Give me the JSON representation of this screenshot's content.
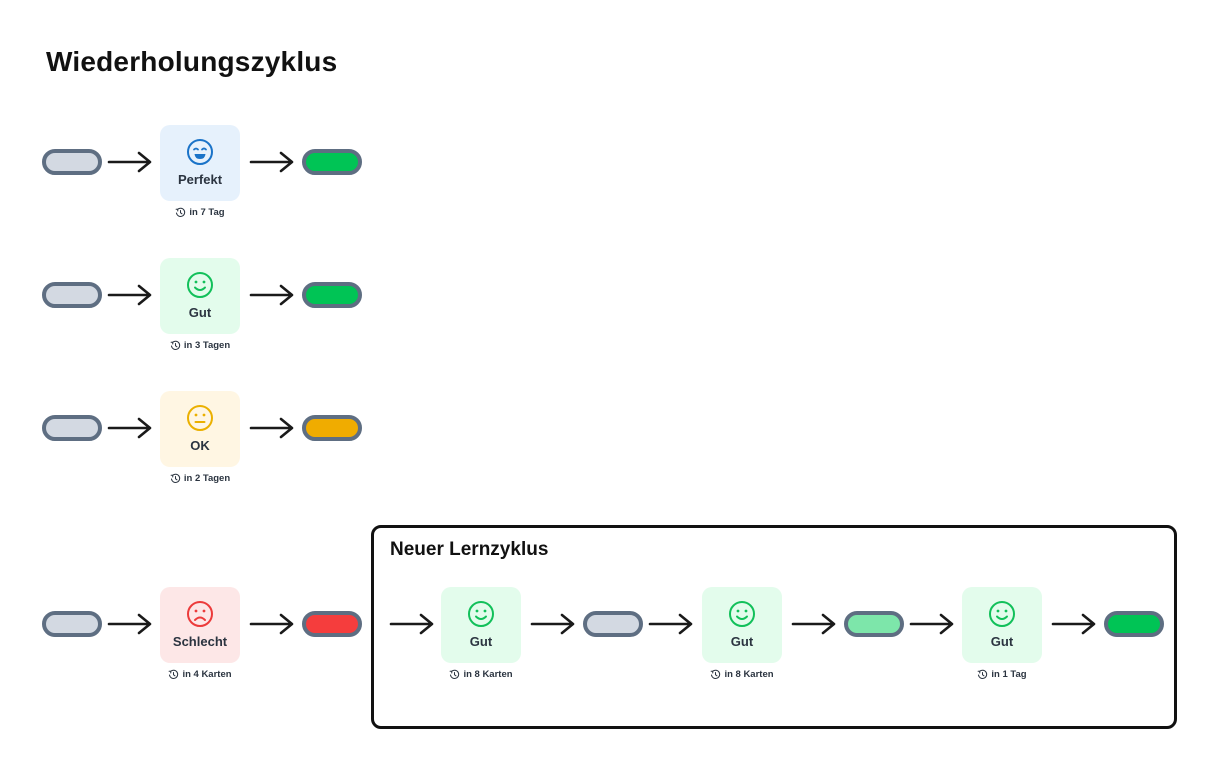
{
  "title": "Wiederholungszyklus",
  "colors": {
    "pill_border": "#5e6e82",
    "pill_neutral": "#d3d9e2",
    "pill_green": "#00c455",
    "pill_light_green": "#7de6aa",
    "pill_yellow": "#f0ac00",
    "pill_red": "#f53d3d",
    "perfekt_bg": "#e6f1fc",
    "perfekt_fg": "#1a73c8",
    "gut_bg": "#e3fcec",
    "gut_fg": "#12c05a",
    "ok_bg": "#fff6e3",
    "ok_fg": "#ebb000",
    "schlecht_bg": "#fde7e7",
    "schlecht_fg": "#ec3b3b"
  },
  "rows": [
    {
      "rating": "Perfekt",
      "icon": "laughing-face-icon",
      "interval": "in 7 Tag",
      "result": "green"
    },
    {
      "rating": "Gut",
      "icon": "smiling-face-icon",
      "interval": "in 3 Tagen",
      "result": "green"
    },
    {
      "rating": "OK",
      "icon": "neutral-face-icon",
      "interval": "in 2 Tagen",
      "result": "yellow"
    },
    {
      "rating": "Schlecht",
      "icon": "sad-face-icon",
      "interval": "in 4 Karten",
      "result": "red"
    }
  ],
  "new_cycle": {
    "title": "Neuer Lernzyklus",
    "steps": [
      {
        "rating": "Gut",
        "icon": "smiling-face-icon",
        "interval": "in 8 Karten",
        "result": "neutral"
      },
      {
        "rating": "Gut",
        "icon": "smiling-face-icon",
        "interval": "in 8 Karten",
        "result": "light-green"
      },
      {
        "rating": "Gut",
        "icon": "smiling-face-icon",
        "interval": "in 1 Tag",
        "result": "green"
      }
    ]
  }
}
